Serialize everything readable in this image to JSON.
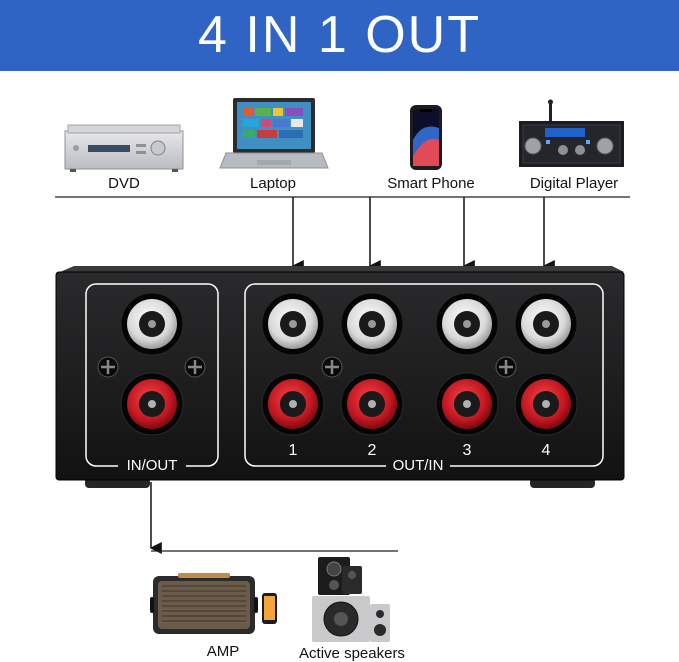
{
  "title": "4 IN 1 OUT",
  "sources": [
    {
      "label": "DVD",
      "icon": "dvd-player-icon"
    },
    {
      "label": "Laptop",
      "icon": "laptop-icon"
    },
    {
      "label": "Smart Phone",
      "icon": "smartphone-icon"
    },
    {
      "label": "Digital Player",
      "icon": "digital-player-icon"
    }
  ],
  "device": {
    "in_out_label": "IN/OUT",
    "out_in_label": "OUT/IN",
    "port_numbers": [
      "1",
      "2",
      "3",
      "4"
    ]
  },
  "outputs": [
    {
      "label": "AMP",
      "icon": "amp-speaker-icon"
    },
    {
      "label": "Active speakers",
      "icon": "active-speakers-icon"
    }
  ],
  "colors": {
    "banner": "#2f64c4",
    "device_body": "#1c1c1e",
    "jack_red": "#d0202a",
    "jack_white": "#f2f2f2"
  }
}
